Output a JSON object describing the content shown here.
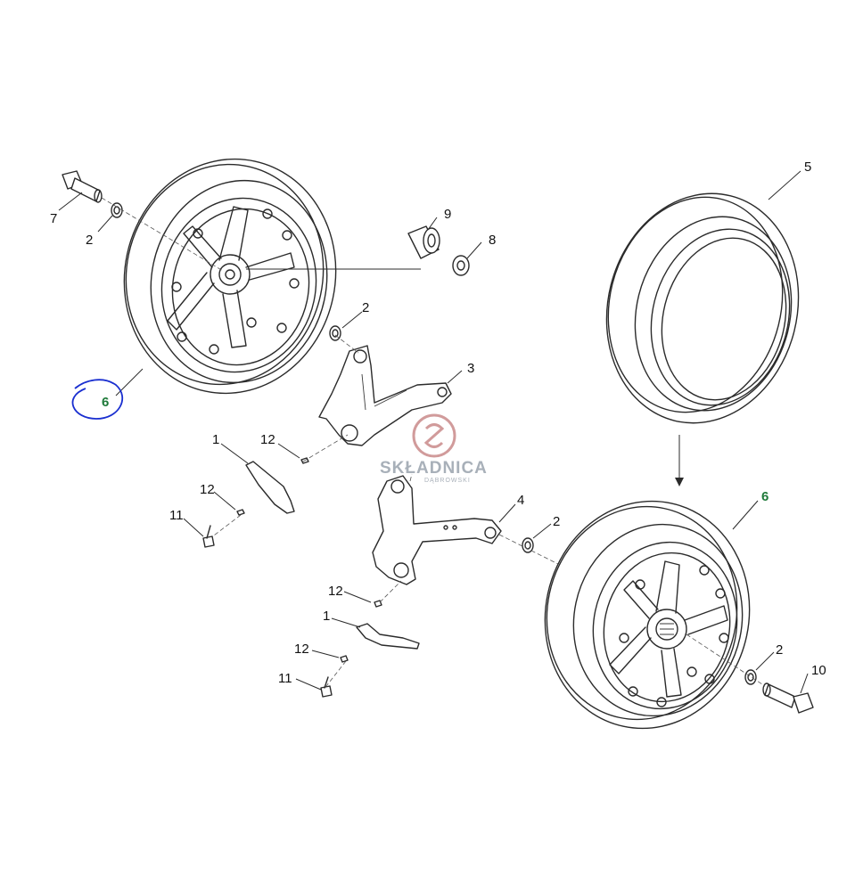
{
  "callouts": {
    "c1a": "1",
    "c1b": "1",
    "c2a": "2",
    "c2b": "2",
    "c2c": "2",
    "c2d": "2",
    "c3": "3",
    "c4": "4",
    "c5": "5",
    "c6a": "6",
    "c6b": "6",
    "c7": "7",
    "c8": "8",
    "c9": "9",
    "c10": "10",
    "c11a": "11",
    "c11b": "11",
    "c12a": "12",
    "c12b": "12",
    "c12c": "12",
    "c12d": "12"
  },
  "watermark": {
    "name": "SKŁADNICA",
    "sub": "DĄBROWSKI"
  },
  "colors": {
    "highlight_circle": "#1a2fd0",
    "highlight_label": "#1f7a3a",
    "watermark_logo": "#c98a8a"
  }
}
